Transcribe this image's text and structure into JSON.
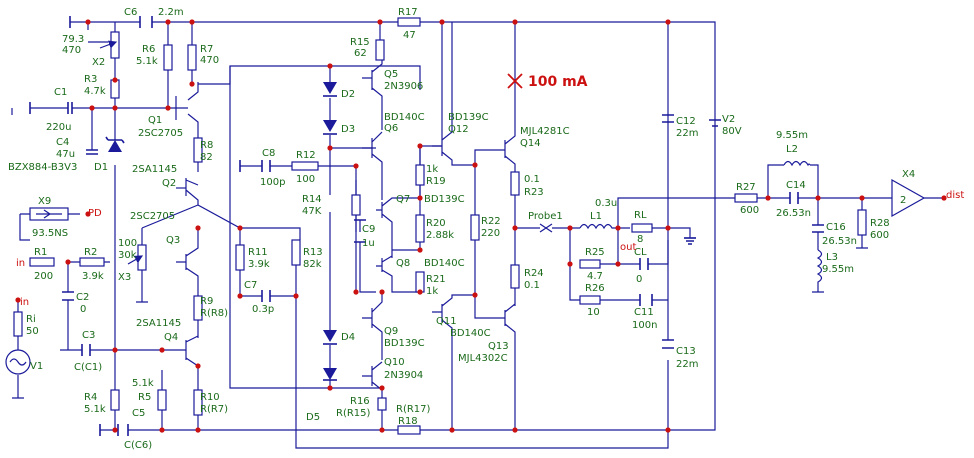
{
  "components": {
    "C6": [
      "C6",
      "2.2m"
    ],
    "R17": [
      "R17",
      "47"
    ],
    "X2": [
      "79.3",
      "470",
      "X2"
    ],
    "R6": [
      "R6",
      "5.1k"
    ],
    "R7": [
      "R7",
      "470"
    ],
    "R15": [
      "R15",
      "62"
    ],
    "Q5": [
      "Q5",
      "2N3906"
    ],
    "R3": [
      "R3",
      "4.7k"
    ],
    "D2": [
      "D2"
    ],
    "C1": [
      "C1",
      "220u"
    ],
    "Q1": [
      "Q1",
      "2SC2705"
    ],
    "D3": [
      "D3"
    ],
    "Q6": [
      "BD140C",
      "Q6"
    ],
    "C4": [
      "C4",
      "47u"
    ],
    "D1": [
      "BZX884-B3V3",
      "D1"
    ],
    "R8": [
      "R8",
      "82"
    ],
    "C8": [
      "C8",
      "100p"
    ],
    "R12": [
      "R12",
      "100"
    ],
    "Q12": [
      "BD139C",
      "Q12"
    ],
    "Q14": [
      "MJL4281C",
      "Q14"
    ],
    "C12": [
      "C12",
      "22m"
    ],
    "V2": [
      "V2",
      "80V"
    ],
    "Q2": [
      "2SA1145",
      "Q2"
    ],
    "R19": [
      "1k",
      "R19"
    ],
    "L2": [
      "9.55m",
      "L2"
    ],
    "R23": [
      "0.1",
      "R23"
    ],
    "X9": [
      "X9",
      "93.5NS"
    ],
    "Q3": [
      "2SC2705",
      "Q3"
    ],
    "R14": [
      "R14",
      "47K"
    ],
    "Q7": [
      "Q7",
      "BD139C"
    ],
    "L1": [
      "0.3u",
      "L1"
    ],
    "R27": [
      "R27",
      "600"
    ],
    "C14": [
      "C14",
      "26.53n"
    ],
    "X4": [
      "X4",
      "2"
    ],
    "R1": [
      "R1",
      "200"
    ],
    "R2": [
      "R2",
      "3.9k"
    ],
    "X3": [
      "100",
      "30k",
      "X3"
    ],
    "R11": [
      "R11",
      "3.9k"
    ],
    "R13": [
      "R13",
      "82k"
    ],
    "C9": [
      "C9",
      "1u"
    ],
    "R20": [
      "R20",
      "2.88k"
    ],
    "R22": [
      "R22",
      "220"
    ],
    "RL": [
      "RL",
      "8"
    ],
    "C16": [
      "C16",
      "26.53n"
    ],
    "R28": [
      "R28",
      "600"
    ],
    "C2": [
      "C2",
      "0"
    ],
    "C7": [
      "C7",
      "0.3p"
    ],
    "Q8": [
      "Q8",
      "BD140C"
    ],
    "R25": [
      "R25",
      "4.7"
    ],
    "CL": [
      "CL",
      "0"
    ],
    "L3": [
      "L3",
      "9.55m"
    ],
    "R21": [
      "R21",
      "1k"
    ],
    "R24": [
      "R24",
      "0.1"
    ],
    "Ri": [
      "Ri",
      "50"
    ],
    "R26": [
      "R26",
      "10"
    ],
    "C11": [
      "C11",
      "100n"
    ],
    "C3": [
      "C3",
      "C(C1)"
    ],
    "Q4": [
      "2SA1145",
      "Q4"
    ],
    "R9": [
      "R9",
      "R(R8)"
    ],
    "D4": [
      "D4"
    ],
    "Q9": [
      "Q9",
      "BD139C"
    ],
    "Q11": [
      "Q11",
      "BD140C"
    ],
    "Q13": [
      "Q13",
      "MJL4302C"
    ],
    "V1": [
      "V1"
    ],
    "Q10": [
      "Q10",
      "2N3904"
    ],
    "C13": [
      "C13",
      "22m"
    ],
    "R5": [
      "5.1k",
      "R5"
    ],
    "R10": [
      "R10",
      "R(R7)"
    ],
    "R4": [
      "R4",
      "5.1k"
    ],
    "C5": [
      "C5",
      "C(C6)"
    ],
    "R16": [
      "R16",
      "R(R15)"
    ],
    "R18": [
      "R(R17)",
      "R18"
    ],
    "D5": [
      "D5"
    ]
  },
  "nodes": {
    "in_top": "in",
    "in_mid": "in",
    "pd": "PD",
    "out": "out",
    "probe": "Probe1",
    "dist": "dist"
  },
  "annotation": "100 mA",
  "colors": {
    "wire": "#1a1a9a",
    "label": "#1a6a1a",
    "node_dot": "#cc1111",
    "annotation": "#cc1111"
  }
}
